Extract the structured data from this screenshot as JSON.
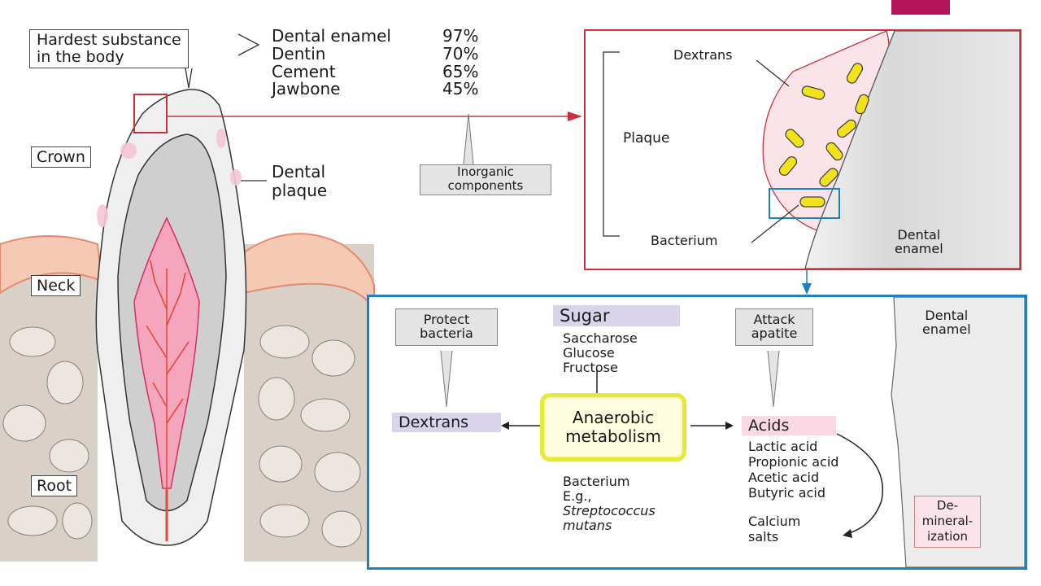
{
  "slide": {
    "accent_color": "#b5135a"
  },
  "left_panel": {
    "callout": "Hardest substance in the body",
    "callout_line1": "Hardest substance",
    "callout_line2": "in the body",
    "hardness": [
      {
        "name": "Dental enamel",
        "value": "97%"
      },
      {
        "name": "Dentin",
        "value": "70%"
      },
      {
        "name": "Cement",
        "value": "65%"
      },
      {
        "name": "Jawbone",
        "value": "45%"
      }
    ],
    "inorganic_line1": "Inorganic",
    "inorganic_line2": "components",
    "tooth_parts": {
      "crown": "Crown",
      "neck": "Neck",
      "root": "Root"
    },
    "plaque_line1": "Dental",
    "plaque_line2": "plaque"
  },
  "zoom_panel_1": {
    "border_color": "#c8323c",
    "dextrans": "Dextrans",
    "plaque": "Plaque",
    "bacterium": "Bacterium",
    "enamel_line1": "Dental",
    "enamel_line2": "enamel"
  },
  "zoom_panel_2": {
    "border_color": "#1f7fc0",
    "protect_line1": "Protect",
    "protect_line2": "bacteria",
    "sugar": "Sugar",
    "sugars": [
      "Saccharose",
      "Glucose",
      "Fructose"
    ],
    "attack_line1": "Attack",
    "attack_line2": "apatite",
    "enamel_line1": "Dental",
    "enamel_line2": "enamel",
    "dextrans": "Dextrans",
    "metabolism_line1": "Anaerobic",
    "metabolism_line2": "metabolism",
    "acids": "Acids",
    "acid_list": [
      "Lactic acid",
      "Propionic acid",
      "Acetic acid",
      "Butyric acid"
    ],
    "bacterium_line1": "Bacterium",
    "bacterium_line2": "E.g.,",
    "bacterium_line3": "Streptococcus",
    "bacterium_line4": "mutans",
    "calcium_line1": "Calcium",
    "calcium_line2": "salts",
    "demin_line1": "De-",
    "demin_line2": "mineral-",
    "demin_line3": "ization"
  }
}
